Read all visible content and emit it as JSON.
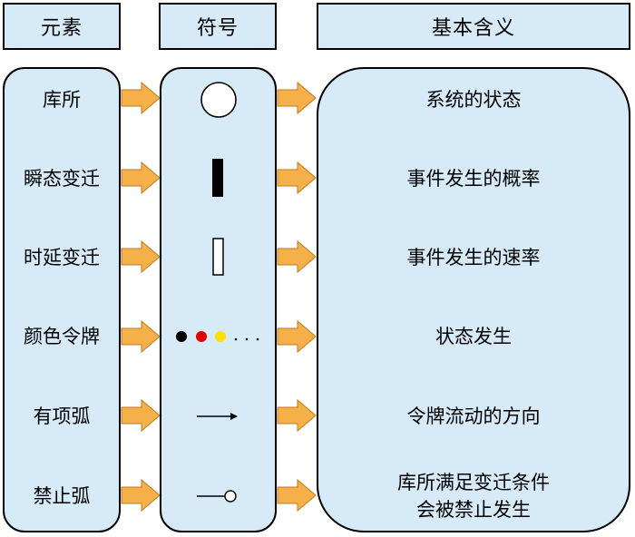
{
  "headers": {
    "element": "元素",
    "symbol": "符号",
    "meaning": "基本含义"
  },
  "rows": [
    {
      "element": "库所",
      "symbol_icon": "circle-icon",
      "meaning_lines": [
        "系统的状态"
      ]
    },
    {
      "element": "瞬态变迁",
      "symbol_icon": "filled-bar-icon",
      "meaning_lines": [
        "事件发生的概率"
      ]
    },
    {
      "element": "时延变迁",
      "symbol_icon": "hollow-bar-icon",
      "meaning_lines": [
        "事件发生的速率"
      ]
    },
    {
      "element": "颜色令牌",
      "symbol_icon": "colored-tokens-icon",
      "token_colors": [
        "#000000",
        "#e00000",
        "#ffe000"
      ],
      "meaning_lines": [
        "状态发生"
      ]
    },
    {
      "element": "有项弧",
      "symbol_icon": "arrow-icon",
      "meaning_lines": [
        "令牌流动的方向"
      ]
    },
    {
      "element": "禁止弧",
      "symbol_icon": "inhibitor-arc-icon",
      "meaning_lines": [
        "库所满足变迁条件",
        "会被禁止发生"
      ]
    }
  ],
  "colors": {
    "panel_fill": "#d6eaf8",
    "arrow_fill": "#f5b04a",
    "arrow_stroke": "#c07a1e"
  }
}
